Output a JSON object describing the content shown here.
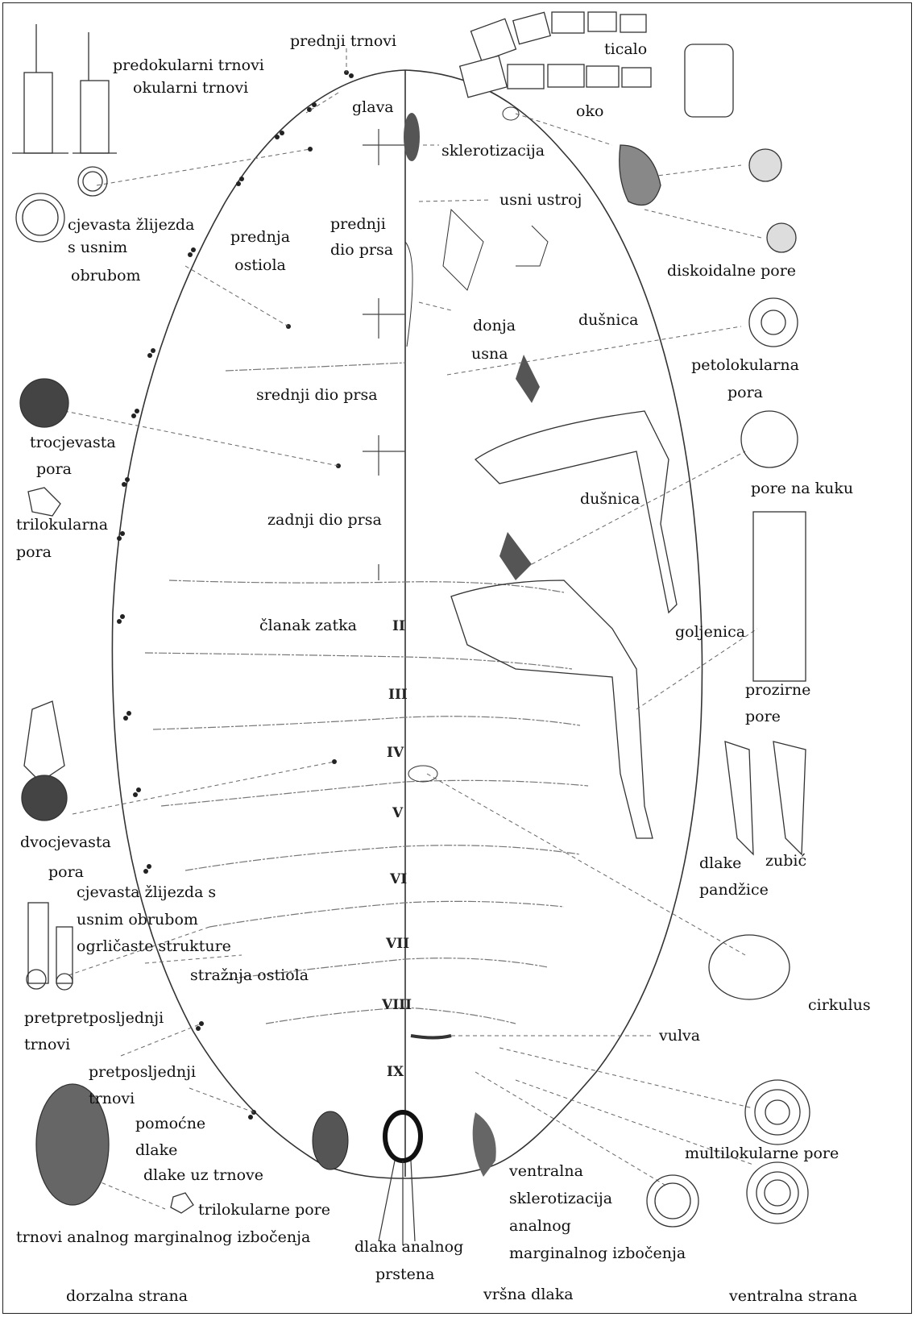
{
  "labels": {
    "prednji_trnovi": "prednji trnovi",
    "predokularni_trnovi": "predokularni trnovi",
    "okularni_trnovi": "okularni trnovi",
    "glava": "glava",
    "ticalo": "ticalo",
    "oko": "oko",
    "sklerotizacija": "sklerotizacija",
    "usni_ustroj": "usni ustroj",
    "cjevasta_1": "cjevasta žlijezda",
    "cjevasta_2": "s usnim",
    "cjevasta_3": "obrubom",
    "prednja_1": "prednja",
    "prednja_2": "ostiola",
    "prednji_dio_1": "prednji",
    "prednji_dio_2": "dio prsa",
    "diskoidalne": "diskoidalne pore",
    "donja_1": "donja",
    "donja_2": "usna",
    "dusnica_1": "dušnica",
    "petolok_1": "petolokularna",
    "petolok_2": "pora",
    "srednji_dio": "srednji dio prsa",
    "trocjev_1": "trocjevasta",
    "trocjev_2": "pora",
    "trilok_1": "trilokularna",
    "trilok_2": "pora",
    "dusnica_2": "dušnica",
    "pore_na_kuku": "pore na kuku",
    "zadnji_dio": "zadnji dio prsa",
    "clanak_zatka": "članak zatka",
    "goljenica": "goljenica",
    "prozirne_1": "prozirne",
    "prozirne_2": "pore",
    "dvocjev_1": "dvocjevasta",
    "dvocjev_2": "pora",
    "dlake": "dlake",
    "pandzice": "pandžice",
    "zubic": "zubić",
    "cjev2_1": "cjevasta žlijezda s",
    "cjev2_2": "usnim obrubom",
    "ogrlicaste": "ogrličaste strukture",
    "straznja": "stražnja ostiola",
    "cirkulus": "cirkulus",
    "pretpret_1": "pretpretposljednji",
    "pretpret_2": "trnovi",
    "vulva": "vulva",
    "pretposl_1": "pretposljednji",
    "pretposl_2": "trnovi",
    "pomocne_1": "pomoćne",
    "pomocne_2": "dlake",
    "multilok": "multilokularne pore",
    "dlake_uz": "dlake uz trnove",
    "ventralna_1": "ventralna",
    "ventralna_2": "sklerotizacija",
    "ventralna_3": "analnog",
    "ventralna_4": "marginalnog izbočenja",
    "trilok_pore": "trilokularne pore",
    "trnovi_analnog": "trnovi analnog marginalnog izbočenja",
    "dlaka_1": "dlaka analnog",
    "dlaka_2": "prstena",
    "vrsna": "vršna dlaka",
    "dorzalna": "dorzalna strana",
    "ventralna_strana": "ventralna strana"
  },
  "segments": [
    "II",
    "III",
    "IV",
    "V",
    "VI",
    "VII",
    "VIII",
    "IX"
  ]
}
